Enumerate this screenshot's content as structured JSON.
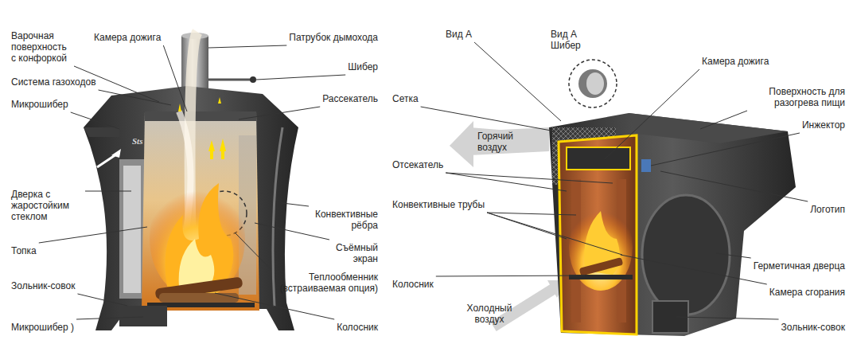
{
  "diagram": {
    "labels": [
      "Варочная поверхность с конфоркой",
      "Камера дожига",
      "Патрубок дымохода",
      "Шибер",
      "Система газоходов",
      "Рассекатель",
      "Микрошибер",
      "Sts",
      "Дверка с жаростойким стеклом",
      "Конвективные рёбра",
      "Топка",
      "Съёмный экран",
      "Теплообменник (встраиваемая опция)",
      "Зольник-совок",
      "Микрошибер )",
      "Колосник",
      "Вид А",
      "Вид А Шибер",
      "Камера дожига",
      "Сетка",
      "Поверхность для разогрева пищи",
      "Горячий воздух",
      "Инжектор",
      "Отсекатель",
      "Конвективные трубы",
      "Логотип",
      "Герметичная дверца",
      "Колосник",
      "Камера сгорания",
      "Холодный воздух",
      "Зольник-совок"
    ]
  }
}
